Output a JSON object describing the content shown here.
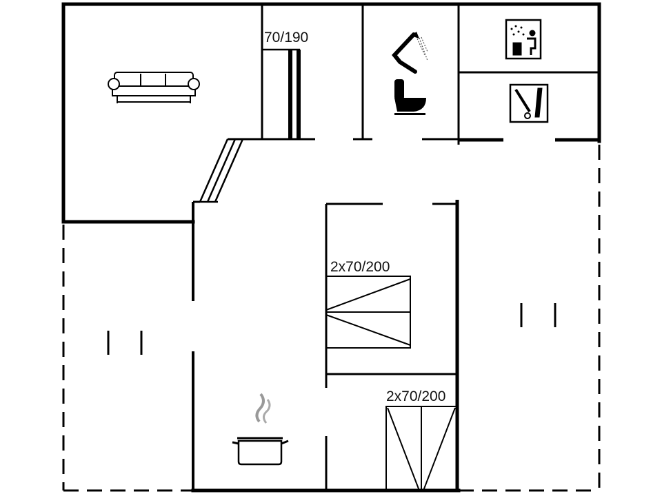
{
  "floor_plan": {
    "labels": {
      "closet_door": "70/190",
      "bed_upper": "2x70/200",
      "bed_lower": "2x70/200"
    },
    "icons": [
      "sofa-icon",
      "shower-icon",
      "toilet-icon",
      "sauna-icon",
      "washing-machine-icon",
      "cooking-pot-icon"
    ],
    "colors": {
      "wall": "#000000",
      "background": "#ffffff",
      "steam": "#999999"
    }
  }
}
